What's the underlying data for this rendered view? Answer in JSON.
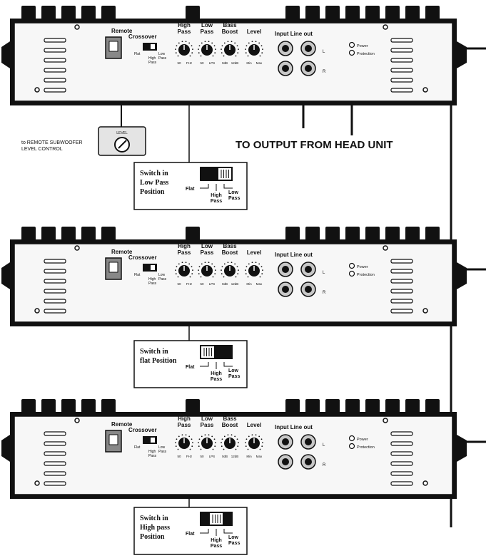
{
  "amps": [
    {
      "remote": "Remote",
      "crossover": "Crossover",
      "high_pass": [
        "High",
        "Pass"
      ],
      "low_pass": [
        "Low",
        "Pass"
      ],
      "bass_boost": [
        "Bass",
        "Boost"
      ],
      "level": "Level",
      "input_line_out": "Input Line out",
      "power": "Power",
      "protection": "Protection",
      "r_label": "R",
      "l_label": "L",
      "xo_flat": "Flat",
      "xo_high": "High",
      "xo_pass": "Pass",
      "xo_low": "Low",
      "xo_lpass": "Pass",
      "hp_range": [
        "50",
        "FHz"
      ],
      "lp_range": [
        "50",
        "LPS"
      ],
      "bb_range": [
        "0dB",
        "12dB"
      ],
      "lv_range": [
        "Min",
        "Max"
      ]
    },
    {
      "remote": "Remote",
      "crossover": "Crossover",
      "high_pass": [
        "High",
        "Pass"
      ],
      "low_pass": [
        "Low",
        "Pass"
      ],
      "bass_boost": [
        "Bass",
        "Boost"
      ],
      "level": "Level",
      "input_line_out": "Input Line out",
      "power": "Power",
      "protection": "Protection",
      "r_label": "R",
      "l_label": "L",
      "xo_flat": "Flat",
      "xo_high": "High",
      "xo_pass": "Pass",
      "xo_low": "Low",
      "xo_lpass": "Pass",
      "hp_range": [
        "50",
        "FHz"
      ],
      "lp_range": [
        "50",
        "LPS"
      ],
      "bb_range": [
        "0dB",
        "12dB"
      ],
      "lv_range": [
        "Min",
        "Max"
      ]
    },
    {
      "remote": "Remote",
      "crossover": "Crossover",
      "high_pass": [
        "High",
        "Pass"
      ],
      "low_pass": [
        "Low",
        "Pass"
      ],
      "bass_boost": [
        "Bass",
        "Boost"
      ],
      "level": "Level",
      "input_line_out": "Input Line out",
      "power": "Power",
      "protection": "Protection",
      "r_label": "R",
      "l_label": "L",
      "xo_flat": "Flat",
      "xo_high": "High",
      "xo_pass": "Pass",
      "xo_low": "Low",
      "xo_lpass": "Pass",
      "hp_range": [
        "50",
        "FHz"
      ],
      "lp_range": [
        "50",
        "LPS"
      ],
      "bb_range": [
        "0dB",
        "12dB"
      ],
      "lv_range": [
        "Min",
        "Max"
      ]
    }
  ],
  "remote_control_label": [
    "to REMOTE SUBWOOFER",
    "LEVEL CONTROL"
  ],
  "remote_knob_label": "LEVEL",
  "head_unit_label": "TO OUTPUT FROM HEAD UNIT",
  "callouts": [
    {
      "title": [
        "Switch in",
        "Low Pass",
        "Position"
      ],
      "flat": "Flat",
      "high": [
        "High",
        "Pass"
      ],
      "low": [
        "Low",
        "Pass"
      ],
      "switch_position": "low-pass"
    },
    {
      "title": [
        "Switch in",
        "flat Position"
      ],
      "flat": "Flat",
      "high": [
        "High",
        "Pass"
      ],
      "low": [
        "Low",
        "Pass"
      ],
      "switch_position": "flat"
    },
    {
      "title": [
        "Switch in",
        "High pass",
        "Position"
      ],
      "flat": "Flat",
      "high": [
        "High",
        "Pass"
      ],
      "low": [
        "Low",
        "Pass"
      ],
      "switch_position": "high-pass"
    }
  ],
  "colors": {
    "ink": "#111111",
    "panel": "#f4f4f4",
    "rca_red_ring": "#c8c8c8"
  }
}
